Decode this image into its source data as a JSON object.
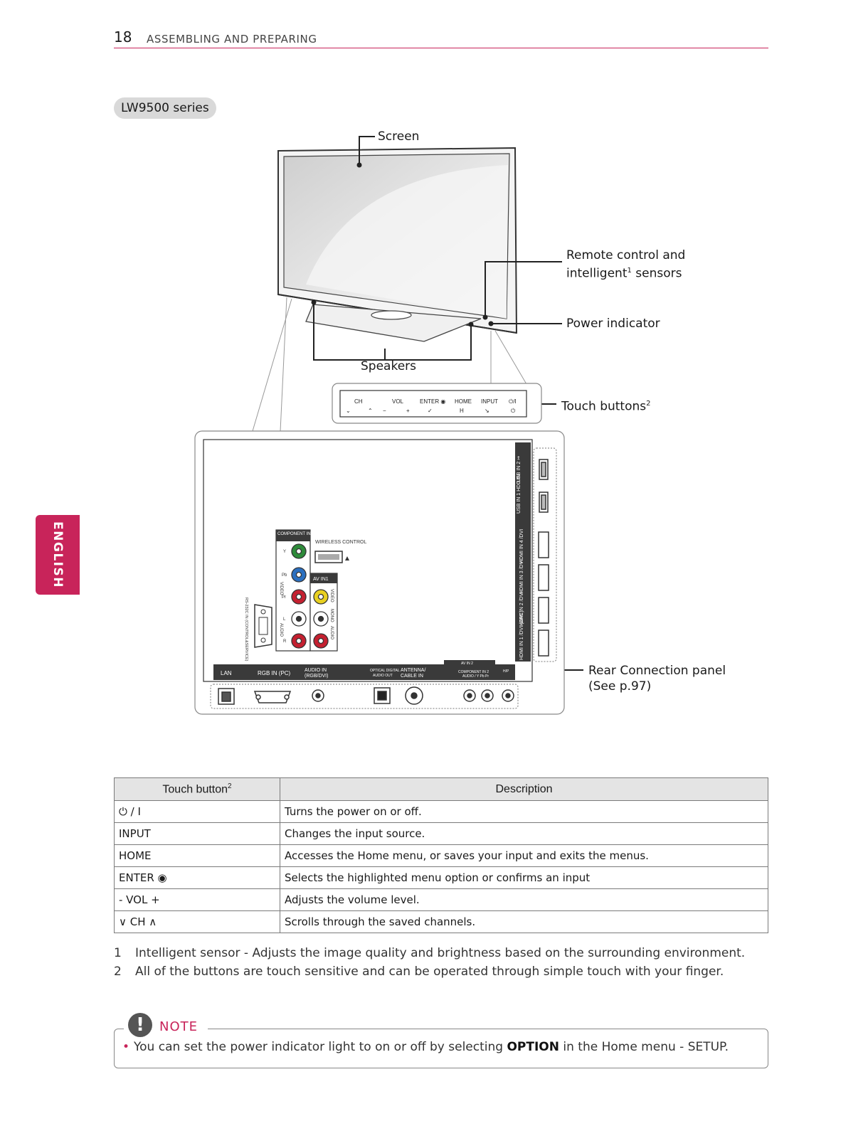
{
  "header": {
    "page_number": "18",
    "section": "ASSEMBLING AND PREPARING"
  },
  "side_tab": "ENGLISH",
  "series_label": "LW9500 series",
  "callouts": {
    "screen": "Screen",
    "remote_line1": "Remote control and",
    "remote_line2": "intelligent",
    "remote_sup": "1",
    "remote_line2_end": " sensors",
    "power_indicator": "Power indicator",
    "speakers": "Speakers",
    "touch_buttons": "Touch buttons",
    "touch_sup": "2",
    "rear_line1": "Rear Connection panel",
    "rear_line2": "(See p.97)"
  },
  "touch_panel": {
    "labels": [
      "CH",
      "VOL",
      "ENTER ◉",
      "HOME",
      "INPUT",
      "⏻/I"
    ],
    "glyphs": [
      "⌄",
      "⌃",
      "−",
      "+",
      "✓",
      "H",
      "↘",
      "⏻"
    ]
  },
  "rear_panel": {
    "bottom_labels": [
      "LAN",
      "RGB IN (PC)",
      "AUDIO IN",
      "(RGB/DVI)",
      "OPTICAL DIGITAL",
      "AUDIO OUT",
      "ANTENNA/",
      "CABLE IN",
      "AV IN 2",
      "COMPONENT IN 2",
      "AUDIO / Y  Pb  Pr",
      "H/P"
    ],
    "side_labels": [
      "USB IN 2 ↣",
      "USB IN 1 HDD IN",
      "HDMI IN 4 /DVI",
      "HDMI IN 3 /DVI",
      "HDMI IN 2 /DVI",
      "HDMI IN 1 /DVI (ARC)"
    ],
    "component_label": "COMPONENT IN1",
    "wireless_label": "WIRELESS CONTROL",
    "avin1_label": "AV IN1",
    "rs232_label": "RS-232C IN (CONTROL&SERVICE)",
    "jack_labels": [
      "Y",
      "Pb",
      "Pr",
      "L",
      "R",
      "VIDEO",
      "AUDIO",
      "VIDEO",
      "MONO",
      "AUDIO"
    ]
  },
  "table": {
    "headers": [
      "Touch button",
      "Description"
    ],
    "header_sup": "2",
    "rows": [
      [
        "⏻ / I",
        "Turns the power on or off."
      ],
      [
        "INPUT",
        "Changes the input source."
      ],
      [
        "HOME",
        "Accesses the Home menu, or saves your input and exits the menus."
      ],
      [
        "ENTER ◉",
        "Selects the highlighted menu option or confirms an input"
      ],
      [
        "- VOL +",
        "Adjusts the volume level."
      ],
      [
        "∨ CH ∧",
        "Scrolls through the saved channels."
      ]
    ]
  },
  "footnotes": [
    {
      "num": "1",
      "text": "Intelligent sensor - Adjusts the image quality and brightness based on the surrounding environment."
    },
    {
      "num": "2",
      "text": "All of the buttons are touch sensitive and can be operated through simple touch with your finger."
    }
  ],
  "note": {
    "icon": "!",
    "title": "NOTE",
    "text_before": "You can set the power indicator light to on or off by selecting ",
    "bold": "OPTION",
    "text_after": " in the Home menu - SETUP."
  },
  "colors": {
    "accent": "#c8245a",
    "tab_gray": "#d9d9d9",
    "panel_dark": "#3a3a3a"
  }
}
